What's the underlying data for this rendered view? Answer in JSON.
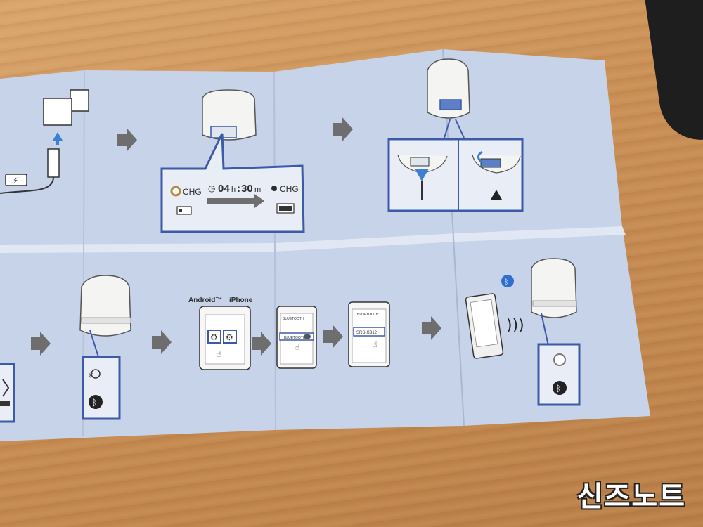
{
  "scene": {
    "description_free": true
  },
  "charge_panel": {
    "chg_left": "CHG",
    "time_hours": "04",
    "time_h_unit": "h",
    "time_sep": ":",
    "time_minutes": "30",
    "time_m_unit": "m",
    "chg_right": "CHG"
  },
  "pairing": {
    "android_label": "Android™",
    "iphone_label": "iPhone",
    "phone2_header": "BLUETOOTH",
    "phone2_item": "BLUETOOTH",
    "phone3_header": "BLUETOOTH",
    "phone3_item": "SRS-XB12"
  },
  "watermark": {
    "text": "신즈노트"
  },
  "colors": {
    "paper": "#c6d3e8",
    "outline": "#3d5aa8",
    "arrow": "#6e6e6e",
    "wood": "#c98f55"
  }
}
